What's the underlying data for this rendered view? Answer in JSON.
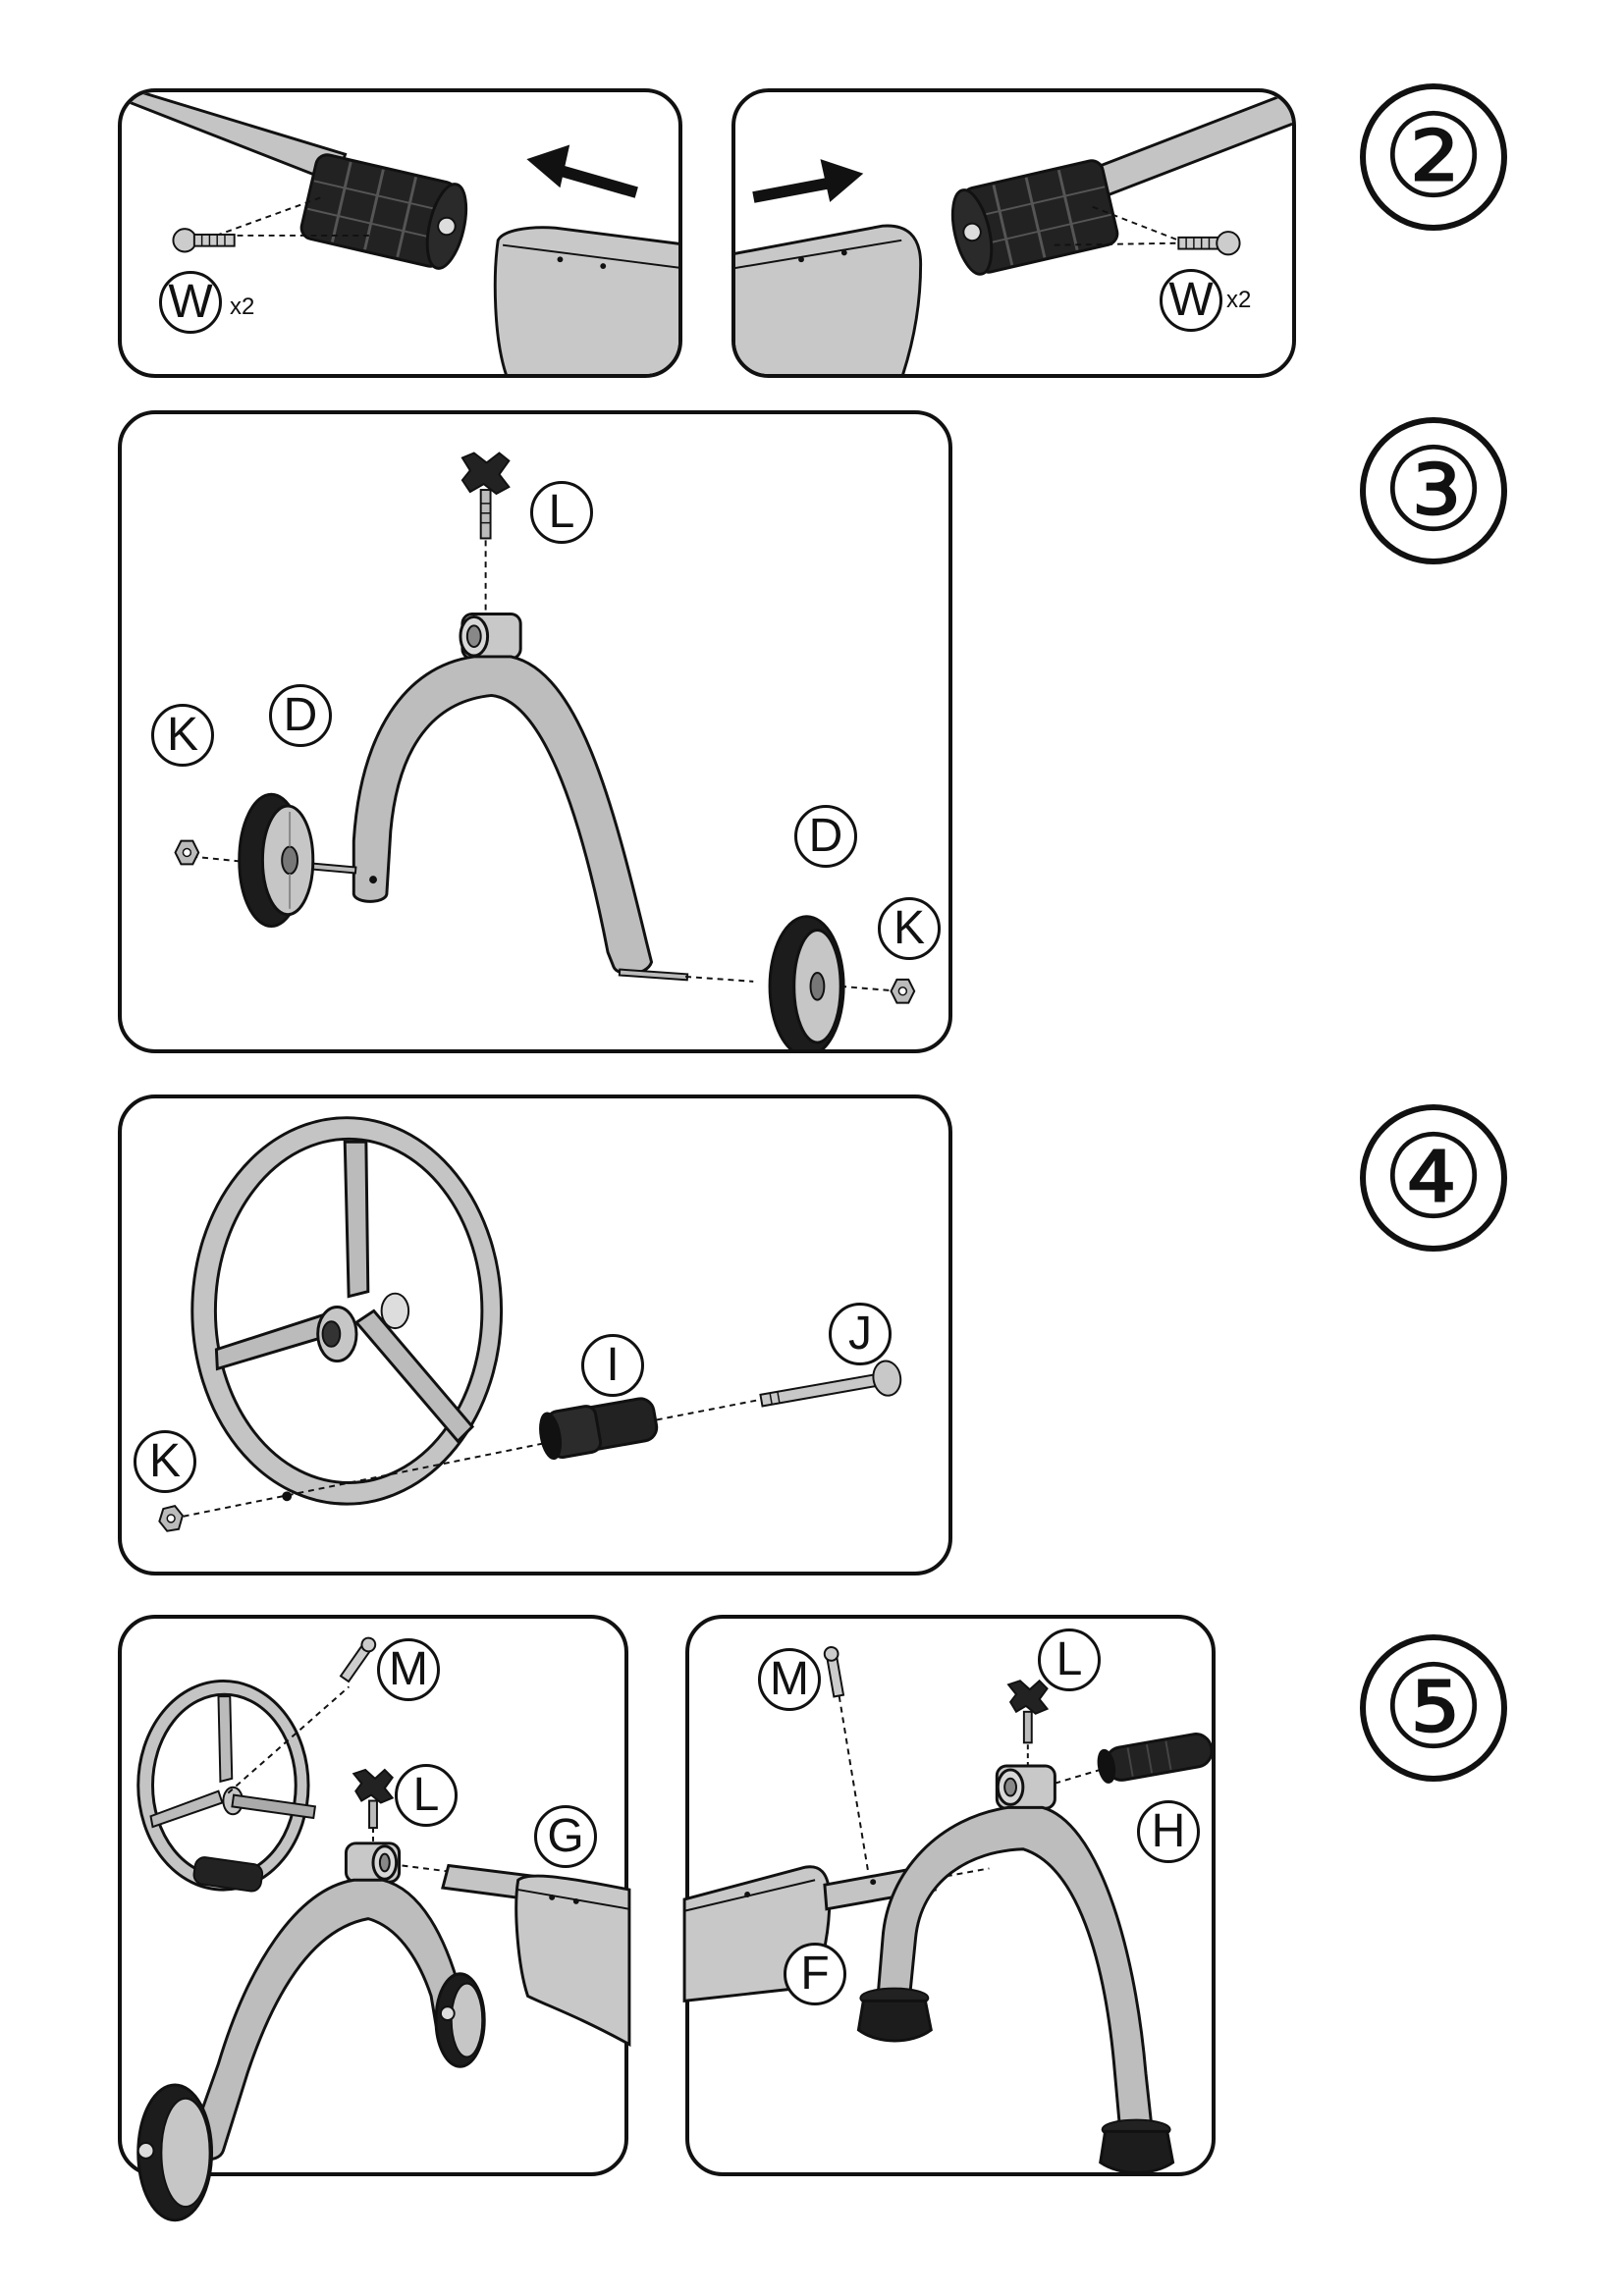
{
  "steps": [
    "②",
    "③",
    "④",
    "⑤"
  ],
  "parts": {
    "W": "W",
    "L": "L",
    "D": "D",
    "K": "K",
    "I": "I",
    "J": "J",
    "M": "M",
    "G": "G",
    "F": "F",
    "H": "H"
  },
  "quantities": {
    "screws_w": "x2"
  },
  "colors": {
    "metal": "#bdbdbd",
    "metal_light": "#d2d2d2",
    "rubber": "#1c1c1c",
    "outline": "#111111"
  },
  "icons": [
    "arrow-left-icon",
    "arrow-right-icon",
    "screw-icon",
    "knob-bolt-icon",
    "wheel-icon",
    "nut-icon",
    "steering-wheel-icon",
    "handle-grip-icon",
    "pin-icon"
  ]
}
